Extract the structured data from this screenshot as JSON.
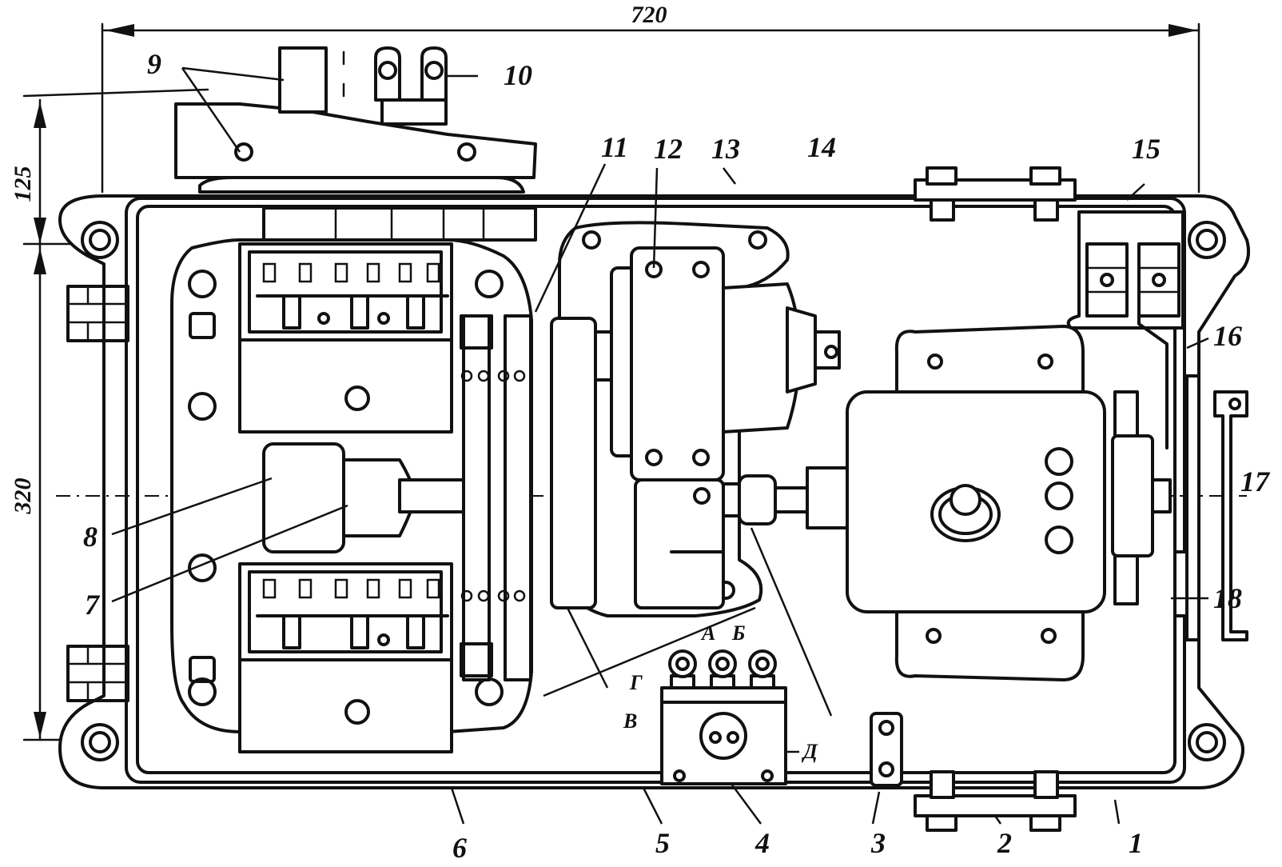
{
  "dimensions": {
    "width": "720",
    "height": "320",
    "top_offset": "125"
  },
  "callouts": [
    "1",
    "2",
    "3",
    "4",
    "5",
    "6",
    "7",
    "8",
    "9",
    "10",
    "11",
    "12",
    "13",
    "14",
    "15",
    "16",
    "17",
    "18"
  ],
  "terminal_letters": [
    "А",
    "Б",
    "В",
    "Г",
    "Д"
  ]
}
